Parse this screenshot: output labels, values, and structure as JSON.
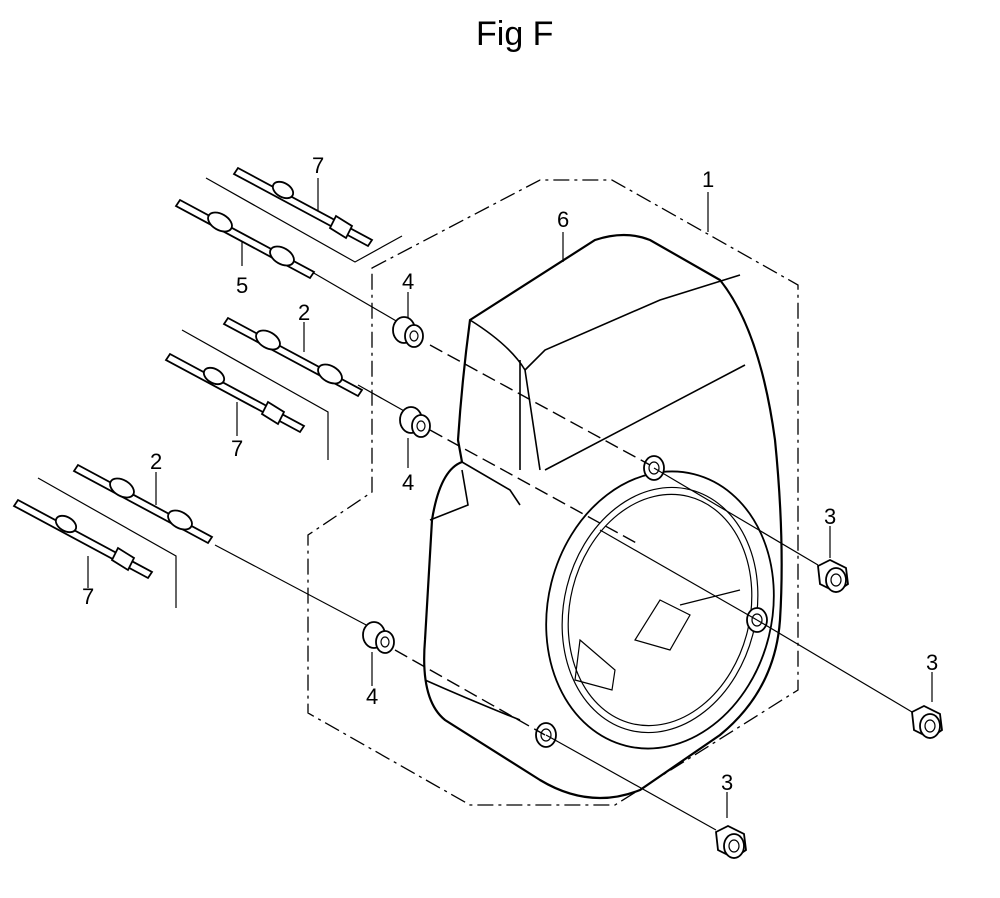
{
  "figure": {
    "title": "Fig F"
  },
  "callouts": [
    {
      "id": "c1",
      "label": "1"
    },
    {
      "id": "c6",
      "label": "6"
    },
    {
      "id": "c7a",
      "label": "7"
    },
    {
      "id": "c5",
      "label": "5"
    },
    {
      "id": "c2a",
      "label": "2"
    },
    {
      "id": "c7b",
      "label": "7"
    },
    {
      "id": "c4a",
      "label": "4"
    },
    {
      "id": "c4b",
      "label": "4"
    },
    {
      "id": "c2b",
      "label": "2"
    },
    {
      "id": "c7c",
      "label": "7"
    },
    {
      "id": "c4c",
      "label": "4"
    },
    {
      "id": "c3a",
      "label": "3"
    },
    {
      "id": "c3b",
      "label": "3"
    },
    {
      "id": "c3c",
      "label": "3"
    }
  ]
}
